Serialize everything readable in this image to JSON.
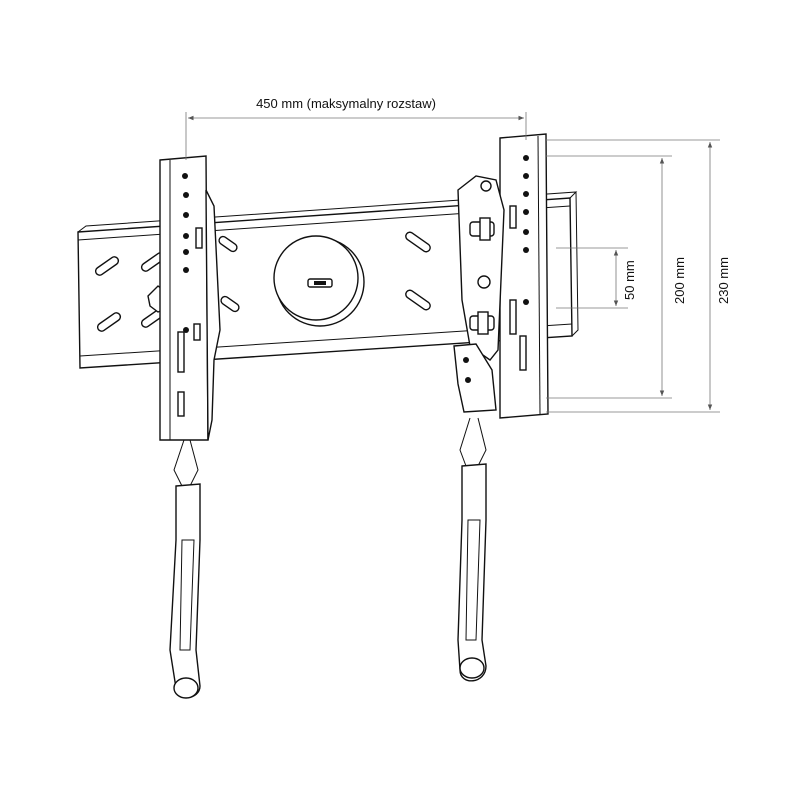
{
  "dimensions": {
    "width_label": "450 mm (maksymalny rozstaw)",
    "height_label_1": "50 mm",
    "height_label_2": "200 mm",
    "height_label_3": "230 mm"
  }
}
